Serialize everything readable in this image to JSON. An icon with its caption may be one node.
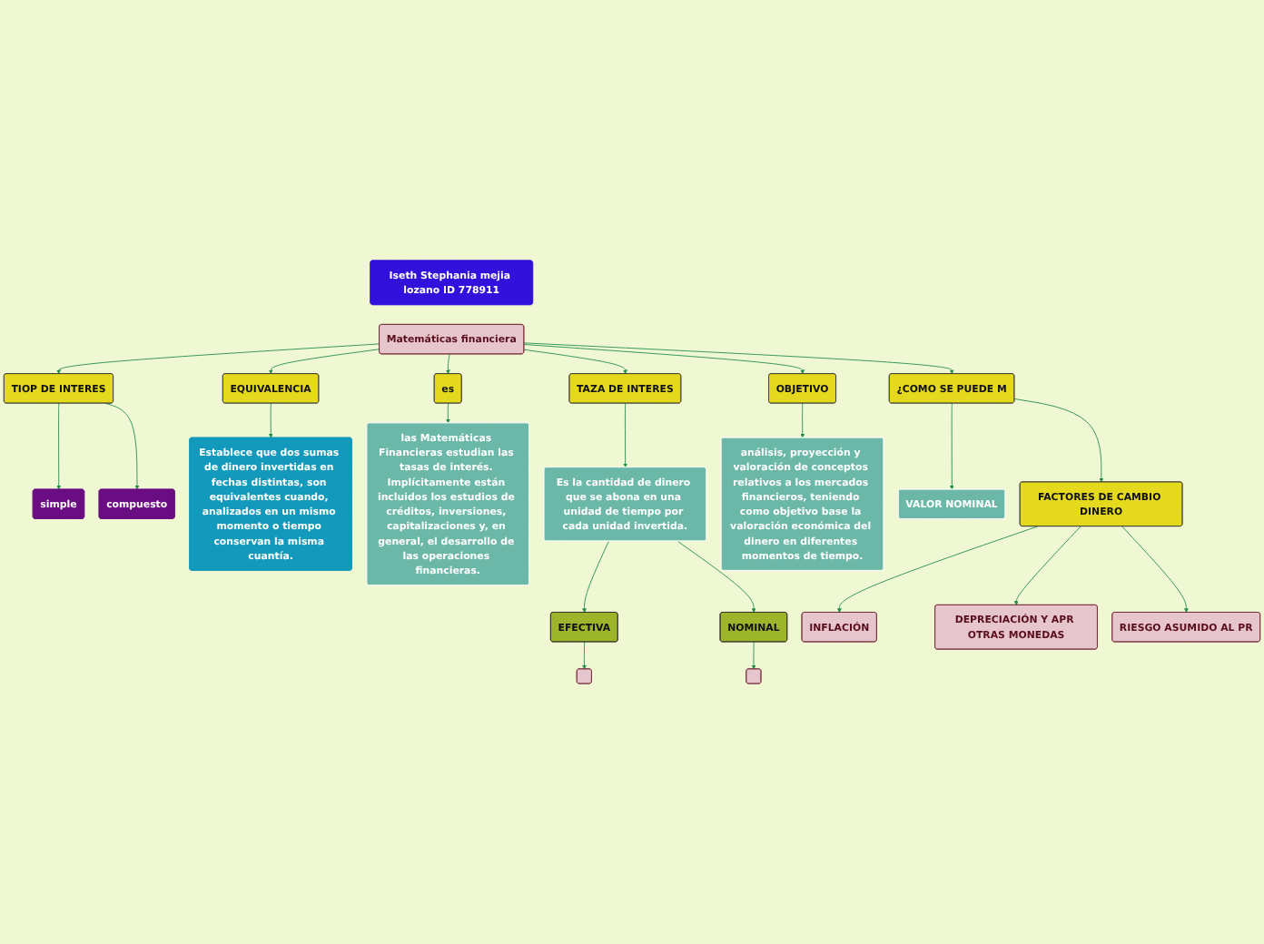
{
  "diagram": {
    "nodes": [
      {
        "text": [
          "Matemáticas financiera"
        ]
      },
      {
        "text": [
          "TIOP DE INTERES"
        ]
      },
      {
        "text": [
          "simple"
        ]
      },
      {
        "text": [
          "compuesto"
        ]
      },
      {
        "text": [
          "EQUIVALENCIA"
        ]
      },
      {
        "text": [
          "Establece que dos sumas de dinero invertidas en fechas distintas, son equivalentes cuando, analizados en un mismo momento o tiempo conservan la misma cuantía."
        ]
      },
      {
        "text": [
          "es"
        ]
      },
      {
        "text": [
          "las Matemáticas Financieras estudian las tasas de interés. Implícitamente están incluidos los estudios de créditos, inversiones, capitalizaciones y, en general, el desarrollo de las operaciones financieras."
        ]
      },
      {
        "text": [
          "TAZA DE INTERES"
        ]
      },
      {
        "text": [
          "Es la cantidad de dinero que se abona en una unidad de tiempo por cada unidad invertida."
        ]
      },
      {
        "text": [
          "EFECTIVA"
        ]
      },
      {
        "text": [
          "NOMINAL"
        ]
      },
      {
        "text": [],
        "shape": "box"
      },
      {
        "text": [],
        "shape": "box"
      },
      {
        "text": [
          "OBJETIVO"
        ]
      },
      {
        "text": [
          "análisis, proyección y valoración de conceptos relativos a los mercados financieros, teniendo como objetivo base la valoración económica del dinero en diferentes momentos de tiempo."
        ]
      },
      {
        "text": [
          "¿COMO SE PUEDE M"
        ]
      },
      {
        "text": [
          "VALOR NOMINAL"
        ]
      },
      {
        "text": [
          "FACTORES DE CAMBIO DINERO"
        ]
      },
      {
        "text": [
          "INFLACIÓN"
        ]
      },
      {
        "text": [
          "DEPRECIACIÓN Y APR OTRAS MONEDAS"
        ]
      },
      {
        "text": [
          "RIESGO ASUMIDO AL PR"
        ]
      },
      {
        "text": [
          "Iseth Stephania mejia lozano ID 778911"
        ]
      }
    ],
    "edges": [
      {
        "from": 0,
        "to": 1,
        "arrow": "to"
      },
      {
        "from": 1,
        "to": 2,
        "arrow": "to"
      },
      {
        "from": 1,
        "to": 3,
        "arrow": "to"
      },
      {
        "from": 0,
        "to": 4,
        "arrow": "to"
      },
      {
        "from": 4,
        "to": 5,
        "arrow": "to"
      },
      {
        "from": 0,
        "to": 6,
        "arrow": "to"
      },
      {
        "from": 6,
        "to": 7,
        "arrow": "to"
      },
      {
        "from": 0,
        "to": 8,
        "arrow": "to"
      },
      {
        "from": 8,
        "to": 9,
        "arrow": "to"
      },
      {
        "from": 9,
        "to": 10,
        "arrow": "to"
      },
      {
        "from": 9,
        "to": 11,
        "arrow": "to"
      },
      {
        "from": 10,
        "to": 12,
        "arrow": "to"
      },
      {
        "from": 11,
        "to": 13,
        "arrow": "to"
      },
      {
        "from": 0,
        "to": 14,
        "arrow": "to"
      },
      {
        "from": 14,
        "to": 15,
        "arrow": "to"
      },
      {
        "from": 0,
        "to": 16,
        "arrow": "to"
      },
      {
        "from": 16,
        "to": 17,
        "arrow": "to"
      },
      {
        "from": 16,
        "to": 18,
        "arrow": "to"
      },
      {
        "from": 18,
        "to": 19,
        "arrow": "to"
      },
      {
        "from": 18,
        "to": 20,
        "arrow": "to"
      },
      {
        "from": 18,
        "to": 21,
        "arrow": "to"
      }
    ]
  }
}
